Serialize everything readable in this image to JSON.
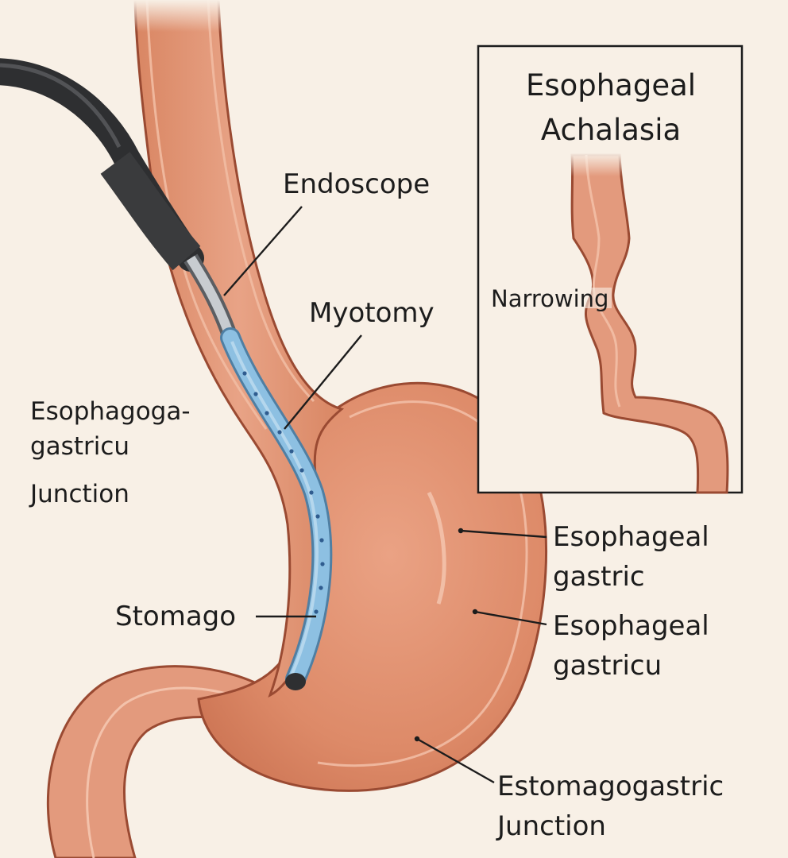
{
  "labels": {
    "endoscope": "Endoscope",
    "myotomy": "Myotomy",
    "egj_line1": "Esophagoga-",
    "egj_line2": "gastricu",
    "egj_line3": "Junction",
    "stomago": "Stomago",
    "eg1_line1": "Esophageal",
    "eg1_line2": "gastric",
    "eg2_line1": "Esophageal",
    "eg2_line2": "gastricu",
    "estomago_line1": "Estomagogastric",
    "estomago_line2": "Junction"
  },
  "inset": {
    "title_line1": "Esophageal",
    "title_line2": "Achalasia",
    "narrowing": "Narrowing"
  },
  "colors": {
    "background": "#f8f0e6",
    "tissue_outer": "#e0967a",
    "tissue_inner": "#d9825f",
    "outline": "#9a4a32",
    "endoscope_sheath": "#8dc0e2",
    "endoscope_cable": "#3a3b3d"
  }
}
